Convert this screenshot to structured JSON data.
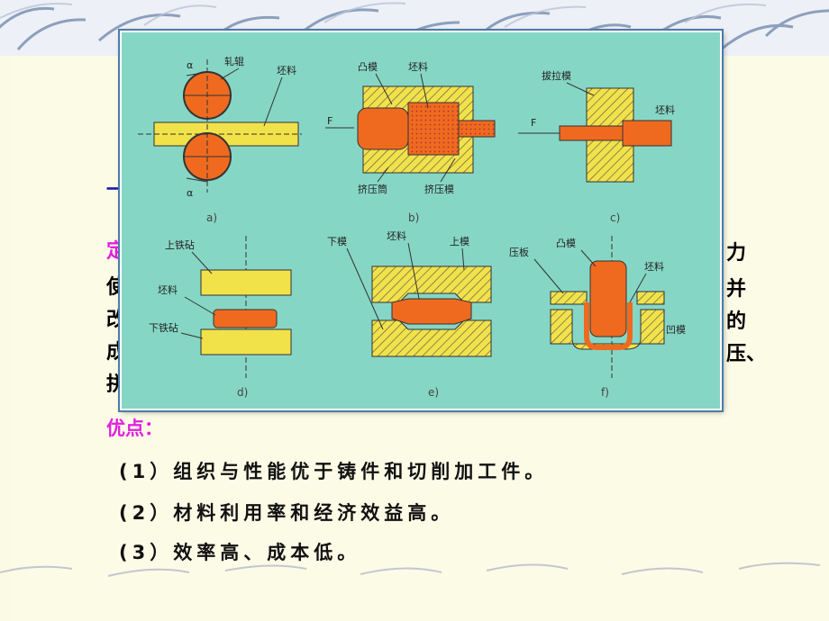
{
  "slide": {
    "advantages_title": "优点：",
    "advantages": [
      "(1）组织与性能优于铸件和切削加工件。",
      "(2）材料利用率和经济效益高。",
      "(3）效率高、成本低。"
    ],
    "left_partial_chars": [
      "一",
      "定",
      "使",
      "改",
      "成",
      "拼"
    ],
    "right_partial_chars": [
      "力",
      "并",
      "的",
      "压、"
    ]
  },
  "figure": {
    "panels": [
      {
        "caption": "a)",
        "labels": [
          "α",
          "α",
          "轧辊",
          "坯料"
        ]
      },
      {
        "caption": "b)",
        "labels": [
          "凸模",
          "坯料",
          "F",
          "挤压筒",
          "挤压模"
        ]
      },
      {
        "caption": "c)",
        "labels": [
          "拔拉模",
          "坯料",
          "F"
        ]
      },
      {
        "caption": "d)",
        "labels": [
          "上铁砧",
          "坯料",
          "下铁砧"
        ]
      },
      {
        "caption": "e)",
        "labels": [
          "下模",
          "坯料",
          "上模"
        ]
      },
      {
        "caption": "f)",
        "labels": [
          "压板",
          "凸模",
          "坯料",
          "凹模"
        ]
      }
    ]
  },
  "colors": {
    "background": "#fcfbe6",
    "figure_bg": "#86d6c6",
    "title_magenta": "#e020e0",
    "die_yellow": "#f2e24a",
    "billet_orange": "#ef6a1f"
  }
}
